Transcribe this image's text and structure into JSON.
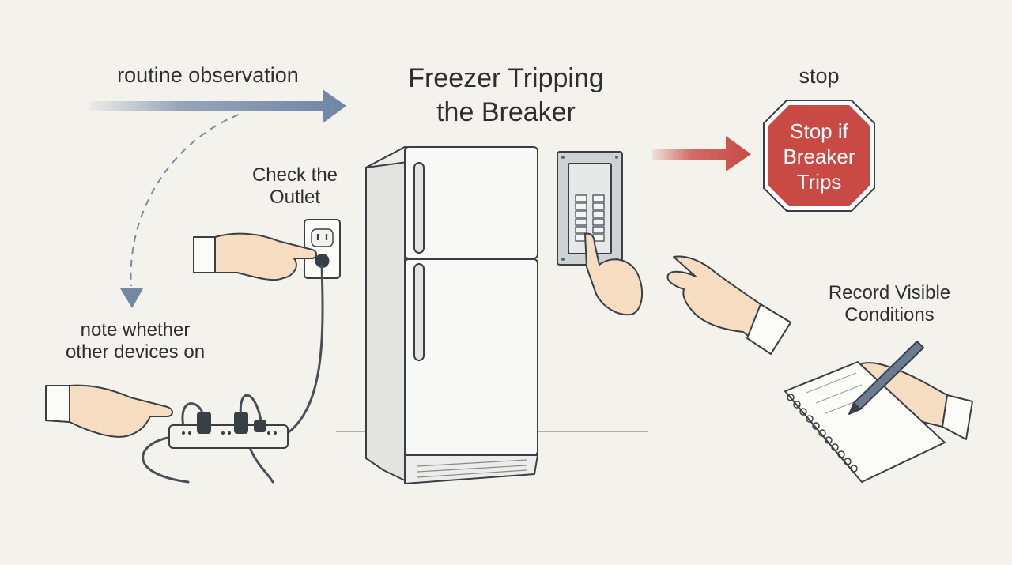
{
  "title": {
    "line1": "Freezer Tripping",
    "line2": "the Breaker"
  },
  "labels": {
    "routine_observation": "routine observation",
    "stop": "stop",
    "check_outlet": {
      "line1": "Check the",
      "line2": "Outlet"
    },
    "note_devices": {
      "line1": "note whether",
      "line2": "other devices on"
    },
    "record_conditions": {
      "line1": "Record Visible",
      "line2": "Conditions"
    }
  },
  "stop_sign": {
    "line1": "Stop if",
    "line2": "Breaker",
    "line3": "Trips"
  },
  "colors": {
    "background": "#f4f2ec",
    "blue_arrow": "#6f85a3",
    "red_arrow": "#c84a44",
    "stop_sign": "#c94a45",
    "outline": "#3a3f45",
    "skin": "#f6dcc0",
    "appliance": "#f8f8f6"
  },
  "icons": [
    "blue-arrow-icon",
    "red-arrow-icon",
    "dashed-curve-arrow-icon",
    "refrigerator-icon",
    "breaker-panel-icon",
    "wall-outlet-icon",
    "power-strip-icon",
    "notebook-icon",
    "pen-icon",
    "stop-sign-icon",
    "hand-icon"
  ]
}
